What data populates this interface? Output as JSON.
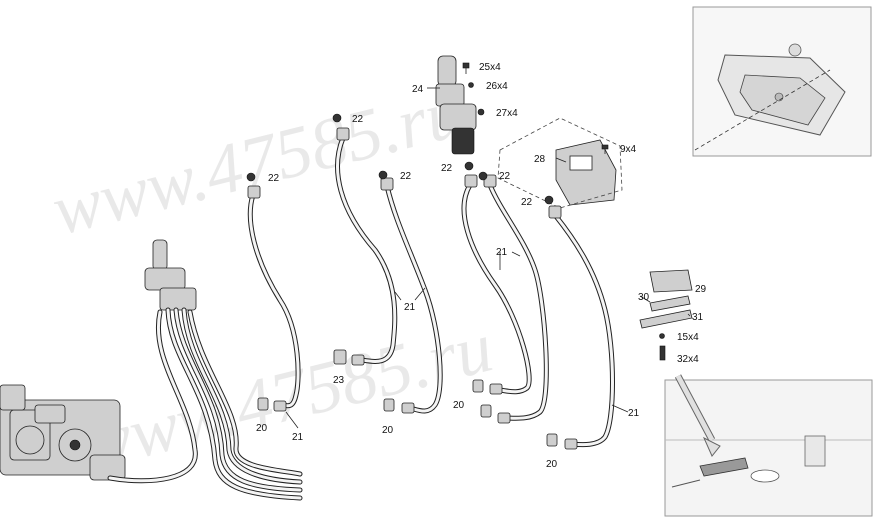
{
  "watermarks": [
    "www.47585.ru",
    "www.47585.ru"
  ],
  "labels": {
    "l25": "25x4",
    "l26": "26x4",
    "l24": "24",
    "l27": "27x4",
    "l9": "9x4",
    "l28": "28",
    "l22a": "22",
    "l22b": "22",
    "l22c": "22",
    "l22d": "22",
    "l22e": "22",
    "l22f": "22",
    "l21a": "21",
    "l21b": "21",
    "l21c": "21",
    "l21d": "21",
    "l20a": "20",
    "l20b": "20",
    "l20c": "20",
    "l20d": "20",
    "l23": "23",
    "l29": "29",
    "l30": "30",
    "l31": "31",
    "l15": "15x4",
    "l32": "32x4"
  }
}
